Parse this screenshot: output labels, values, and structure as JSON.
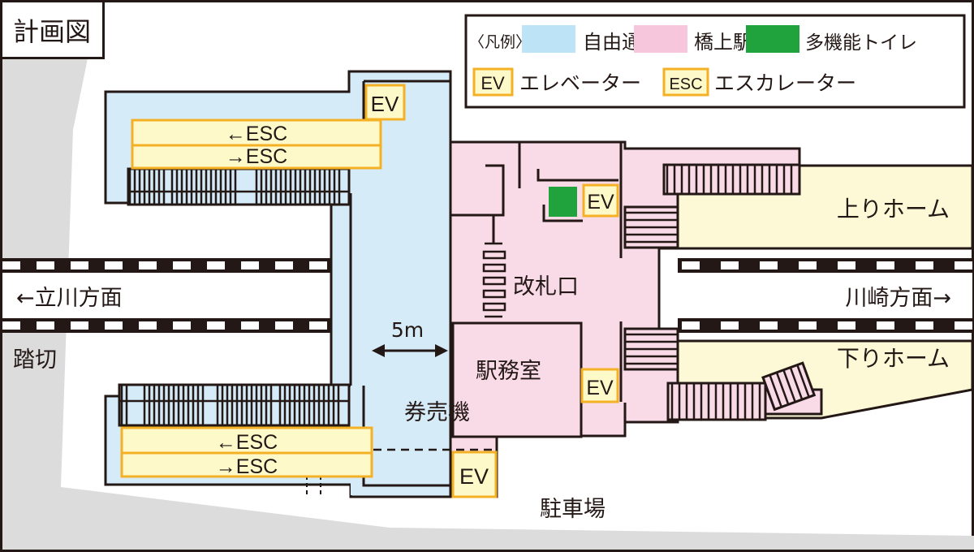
{
  "title": "計画図",
  "colors": {
    "free_passage": "#d5ebf8",
    "bridge_station": "#f9dbe8",
    "accessible_toilet": "#20a23c",
    "platform": "#fdf9d6",
    "elevator_fill": "#fdf9c8",
    "elevator_border": "#f5b126",
    "background_gray": "#dcdcdc",
    "line": "#231815"
  },
  "legend": {
    "heading": "〈凡例〉",
    "items": [
      {
        "label": "自由通路",
        "swatch": "free_passage"
      },
      {
        "label": "橋上駅舎",
        "swatch": "bridge_station"
      },
      {
        "label": "多機能トイレ",
        "swatch": "accessible_toilet"
      }
    ],
    "symbols": [
      {
        "code": "EV",
        "label": "エレベーター"
      },
      {
        "code": "ESC",
        "label": "エスカレーター"
      }
    ]
  },
  "labels": {
    "ticket_gate": "改札口",
    "station_office": "駅務室",
    "ticket_machine": "券売機",
    "parking": "駐車場",
    "railroad_crossing": "踏切",
    "up_platform": "上りホーム",
    "down_platform": "下りホーム",
    "to_tachikawa": "←立川方面",
    "to_kawasaki": "川崎方面→",
    "scale": "5m"
  },
  "elevators": [
    "EV",
    "EV",
    "EV",
    "EV"
  ],
  "escalators": {
    "north": [
      "←ESC",
      "→ESC"
    ],
    "south": [
      "←ESC",
      "→ESC"
    ]
  }
}
